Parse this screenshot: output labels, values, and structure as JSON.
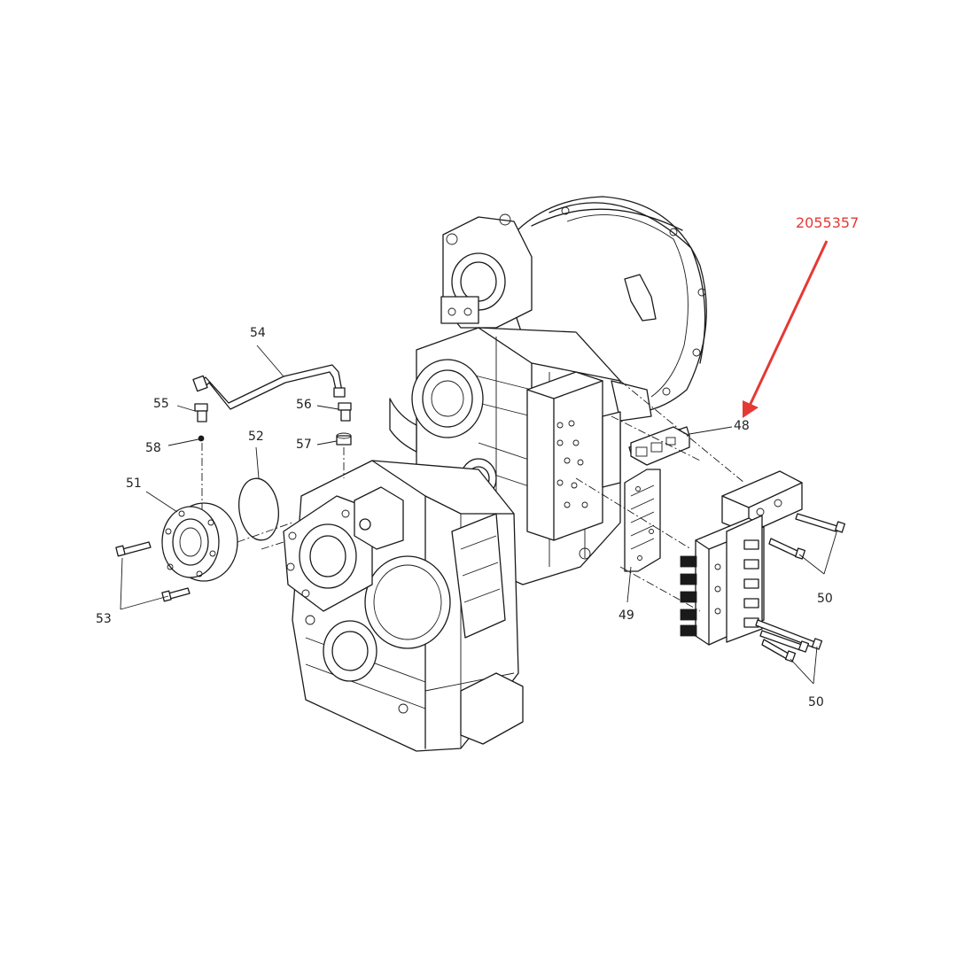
{
  "callout": {
    "part_number": "2055357",
    "color": "#e53935"
  },
  "labels": {
    "p48": "48",
    "p49": "49",
    "p50a": "50",
    "p50b": "50",
    "p51": "51",
    "p52": "52",
    "p53": "53",
    "p54": "54",
    "p55": "55",
    "p56": "56",
    "p57": "57",
    "p58": "58"
  }
}
